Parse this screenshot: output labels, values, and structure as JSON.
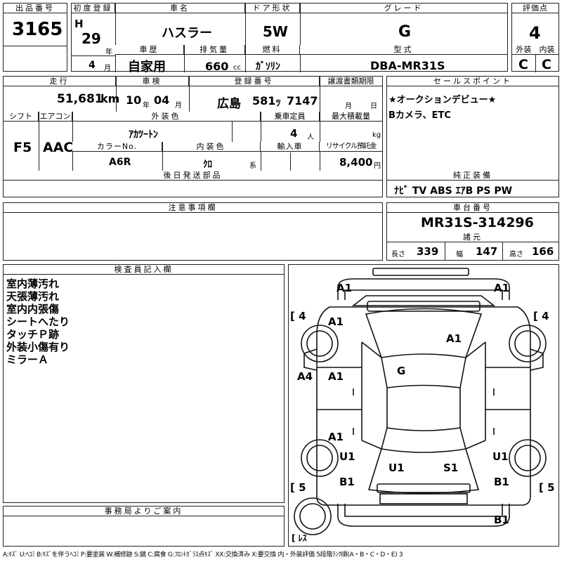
{
  "labels": {
    "lot_no": "出品番号",
    "first_reg": "初度登録",
    "car_name": "車名",
    "door_type": "ドア形状",
    "grade": "グレード",
    "rating": "評価点",
    "year_unit": "年",
    "month_unit": "月",
    "history": "車歴",
    "displacement": "排気量",
    "fuel": "燃料",
    "model_code": "型式",
    "exterior": "外装",
    "interior": "内装",
    "cc": "cc",
    "mileage": "走行",
    "inspection": "車検",
    "reg_number": "登録番号",
    "transfer_deadline": "譲渡書類期限",
    "sales_point": "セールスポイント",
    "shift": "シフト",
    "aircon": "エアコン",
    "ext_color": "外装色",
    "capacity": "乗車定員",
    "max_load": "最大積載量",
    "color_no": "カラーNo.",
    "int_color": "内装色",
    "import": "輸入車",
    "recycle": "リサイクル預託金",
    "person_unit": "人",
    "kg_unit": "kg",
    "yen_unit": "円",
    "kei": "系",
    "later_parts": "後日発送部品",
    "genuine_equip": "純正装備",
    "notes": "注意事項欄",
    "chassis_no": "車台番号",
    "specs": "諸元",
    "length": "長さ",
    "width": "幅",
    "height": "高さ",
    "inspector_notes": "検査員記入欄",
    "office_notice": "事務局よりご案内",
    "y_unit": "年",
    "m_unit": "月",
    "d_unit": "日",
    "km_unit": "km"
  },
  "values": {
    "lot_no": "3165",
    "era": "H",
    "year": "29",
    "month": "4",
    "car_name": "ハスラー",
    "door_type": "5W",
    "grade": "G",
    "rating": "4",
    "history": "自家用",
    "displacement": "660",
    "fuel": "ｶﾞｿﾘﾝ",
    "model_code": "DBA-MR31S",
    "exterior_score": "C",
    "interior_score": "C",
    "mileage": "51,681",
    "insp_year": "10",
    "insp_month": "04",
    "reg_area": "広島",
    "reg_class": "581",
    "reg_kana": "ﾂ",
    "reg_num": "7147",
    "sales_points": [
      "★オークションデビュー★",
      "Bカメラ、ETC"
    ],
    "shift": "F5",
    "aircon": "AAC",
    "ext_color": "ｱｶﾂｰﾄﾝ",
    "capacity": "4",
    "color_no": "A6R",
    "int_color": "ｸﾛ",
    "recycle": "8,400",
    "genuine_equip": "ﾅﾋﾞ TV ABS ｴｱB PS PW",
    "chassis_no": "MR31S-314296",
    "length": "339",
    "width": "147",
    "height": "166",
    "inspector_notes": [
      "室内薄汚れ",
      "天張薄汚れ",
      "室内内張傷",
      "シートへたり",
      "タッチＰ跡",
      "外装小傷有り",
      "ミラーＡ"
    ]
  },
  "diagram": {
    "marks": [
      "A1",
      "A1",
      "A1",
      "A1",
      "G",
      "A4",
      "A1",
      "A1",
      "U1",
      "U1",
      "U1",
      "S1",
      "B1",
      "B1",
      "B1"
    ],
    "tire_front_left": "[ 4",
    "tire_front_right": "[ 4",
    "tire_rear_left": "[ 5",
    "tire_rear_right": "[ 5",
    "spare": "[ ﾚｽ"
  },
  "legend": "A:ｷｽﾞ U:ﾍｺﾐ B:ｷｽﾞを伴うﾍｺﾐ P:要塗装 W:補修跡 S:錆 C:腐食 G:ﾌﾛﾝﾄｶﾞﾗｽ点ｷｽﾞ XX:交換済み X:要交換 内・外装評価 5段階ﾗﾝｸ順(A・B・C・D・E) 3"
}
